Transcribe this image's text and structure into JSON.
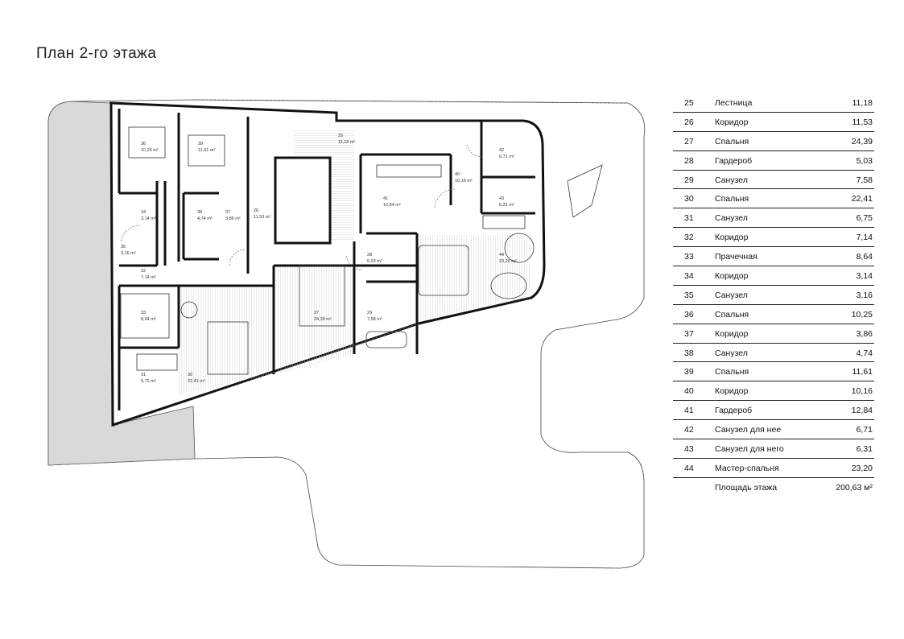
{
  "title": "План 2-го этажа",
  "rooms": [
    {
      "no": "25",
      "name": "Лестница",
      "area": "11,18"
    },
    {
      "no": "26",
      "name": "Коридор",
      "area": "11,53"
    },
    {
      "no": "27",
      "name": "Спальня",
      "area": "24,39"
    },
    {
      "no": "28",
      "name": "Гардероб",
      "area": "5,03"
    },
    {
      "no": "29",
      "name": "Санузел",
      "area": "7,58"
    },
    {
      "no": "30",
      "name": "Спальня",
      "area": "22,41"
    },
    {
      "no": "31",
      "name": "Санузел",
      "area": "6,75"
    },
    {
      "no": "32",
      "name": "Коридор",
      "area": "7,14"
    },
    {
      "no": "33",
      "name": "Прачечная",
      "area": "8,64"
    },
    {
      "no": "34",
      "name": "Коридор",
      "area": "3,14"
    },
    {
      "no": "35",
      "name": "Санузел",
      "area": "3,16"
    },
    {
      "no": "36",
      "name": "Спальня",
      "area": "10,25"
    },
    {
      "no": "37",
      "name": "Коридор",
      "area": "3,86"
    },
    {
      "no": "38",
      "name": "Санузел",
      "area": "4,74"
    },
    {
      "no": "39",
      "name": "Спальня",
      "area": "11,61"
    },
    {
      "no": "40",
      "name": "Коридор",
      "area": "10,16"
    },
    {
      "no": "41",
      "name": "Гардероб",
      "area": "12,84"
    },
    {
      "no": "42",
      "name": "Санузел для нее",
      "area": "6,71"
    },
    {
      "no": "43",
      "name": "Санузел для него",
      "area": "6,31"
    },
    {
      "no": "44",
      "name": "Мастер-спальня",
      "area": "23,20"
    }
  ],
  "total": {
    "label": "Площадь этажа",
    "value": "200,63  м²"
  },
  "plan_labels": [
    {
      "no": "25",
      "area": "11,18 m²"
    },
    {
      "no": "26",
      "area": "11,53 m²"
    },
    {
      "no": "27",
      "area": "24,39 m²"
    },
    {
      "no": "28",
      "area": "5,03 m²"
    },
    {
      "no": "29",
      "area": "7,58 m²"
    },
    {
      "no": "30",
      "area": "22,41 m²"
    },
    {
      "no": "31",
      "area": "6,75 m²"
    },
    {
      "no": "32",
      "area": "7,14 m²"
    },
    {
      "no": "33",
      "area": "8,64 m²"
    },
    {
      "no": "34",
      "area": "3,14 m²"
    },
    {
      "no": "35",
      "area": "3,16 m²"
    },
    {
      "no": "36",
      "area": "10,25 m²"
    },
    {
      "no": "37",
      "area": "3,86 m²"
    },
    {
      "no": "38",
      "area": "4,74 m²"
    },
    {
      "no": "39",
      "area": "11,61 m²"
    },
    {
      "no": "40",
      "area": "10,16 m²"
    },
    {
      "no": "41",
      "area": "12,84 m²"
    },
    {
      "no": "42",
      "area": "6,71 m²"
    },
    {
      "no": "43",
      "area": "6,31 m²"
    },
    {
      "no": "44",
      "area": "23,20 m²"
    }
  ]
}
